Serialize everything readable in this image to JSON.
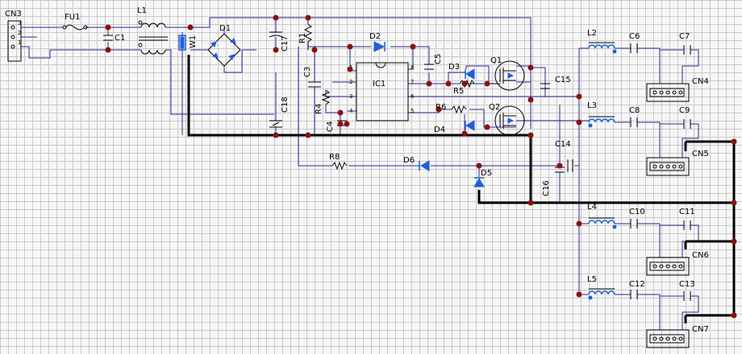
{
  "diagram": {
    "labels": {
      "cn3": "CN3",
      "fu1": "FU1",
      "l1": "L1",
      "c1": "C1",
      "w1": "W1",
      "d1": "D1",
      "c17": "C17",
      "c18": "C18",
      "r1": "R1",
      "c3": "C3",
      "d2": "D2",
      "c5": "C5",
      "r4": "R4",
      "ic1": "IC1",
      "c4": "C4",
      "d3": "D3",
      "r5": "R5",
      "q1": "Q1",
      "c15": "C15",
      "r6": "R6",
      "d4": "D4",
      "q2": "Q2",
      "r8": "R8",
      "d6": "D6",
      "d5": "D5",
      "c14": "C14",
      "c16": "C16",
      "l2": "L2",
      "c6": "C6",
      "c7": "C7",
      "cn4": "CN4",
      "l3": "L3",
      "c8": "C8",
      "c9": "C9",
      "cn5": "CN5",
      "l4": "L4",
      "c10": "C10",
      "c11": "C11",
      "cn6": "CN6",
      "l5": "L5",
      "c12": "C12",
      "c13": "C13",
      "cn7": "CN7"
    },
    "ic_pins": [
      "1",
      "2",
      "3",
      "4",
      "8",
      "7",
      "6",
      "5"
    ],
    "cn3_pins": [
      "3",
      "2",
      "1"
    ],
    "colors": {
      "wire": "#2a2a9a",
      "bold_wire": "#000000",
      "junction": "#8b1010",
      "component_blue": "#1e5fd8",
      "grid": "#c9c9c9"
    }
  }
}
